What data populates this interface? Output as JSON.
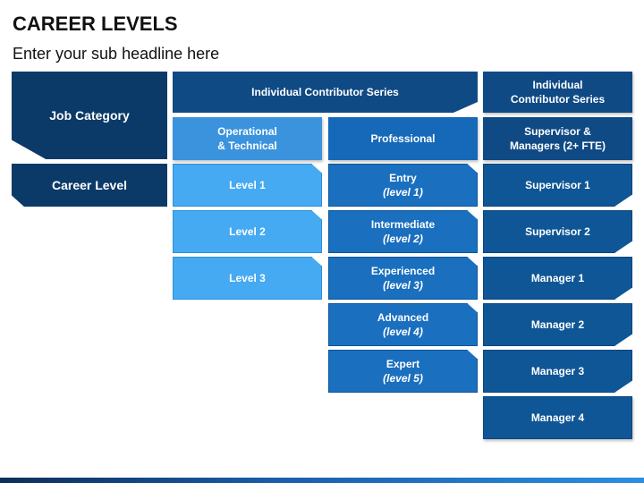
{
  "header": {
    "title": "CAREER LEVELS",
    "subtitle": "Enter your sub headline here"
  },
  "row_headers": {
    "job_category": "Job Category",
    "career_level": "Career Level"
  },
  "series": {
    "individual_contributor_wide": "Individual Contributor Series",
    "individual_contributor_right_line1": "Individual",
    "individual_contributor_right_line2": "Contributor Series"
  },
  "categories": {
    "operational_line1": "Operational",
    "operational_line2": "& Technical",
    "professional": "Professional",
    "supervisor_line1": "Supervisor &",
    "supervisor_line2": "Managers (2+ FTE)"
  },
  "operational_levels": [
    "Level 1",
    "Level 2",
    "Level 3"
  ],
  "professional_levels": [
    {
      "name": "Entry",
      "level": "(level 1)"
    },
    {
      "name": "Intermediate",
      "level": "(level 2)"
    },
    {
      "name": "Experienced",
      "level": "(level 3)"
    },
    {
      "name": "Advanced",
      "level": "(level 4)"
    },
    {
      "name": "Expert",
      "level": "(level 5)"
    }
  ],
  "management_levels": [
    "Supervisor 1",
    "Supervisor 2",
    "Manager 1",
    "Manager 2",
    "Manager 3",
    "Manager 4"
  ],
  "colors": {
    "dark_navy": "#0c3a68",
    "mid_blue": "#1569b8",
    "light_blue": "#3a93dc",
    "sky_blue": "#45aaf2",
    "manager_blue": "#0f5696"
  }
}
